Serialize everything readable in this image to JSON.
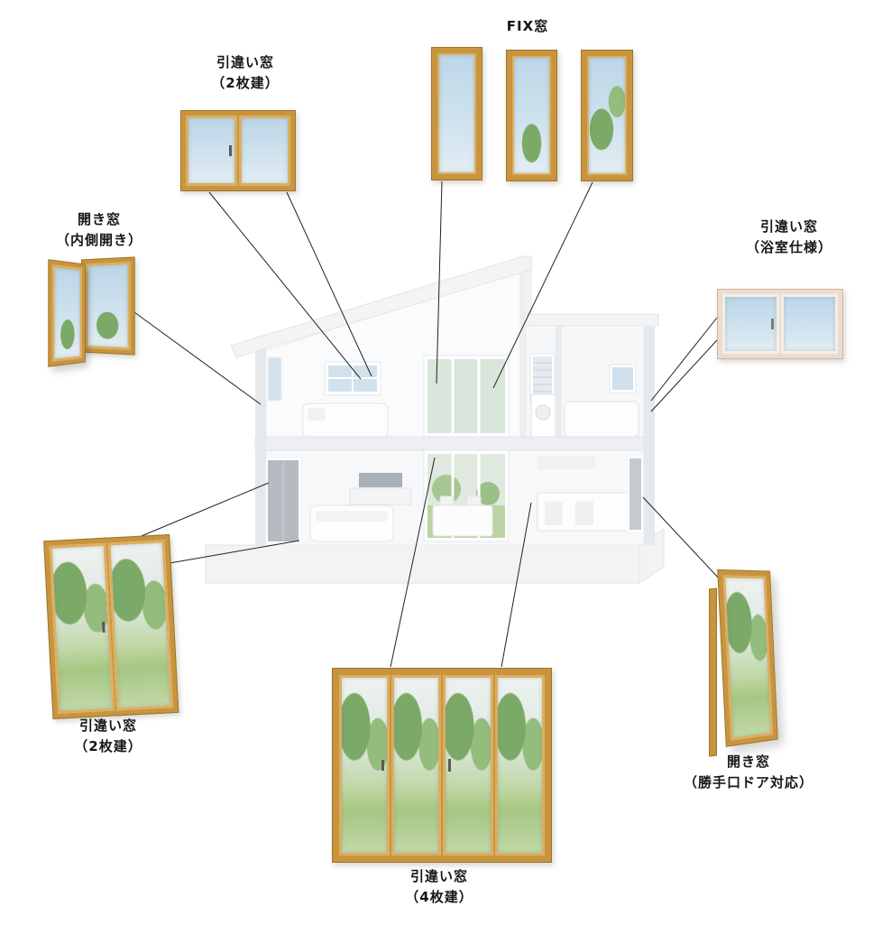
{
  "callouts": {
    "fix": {
      "line1": "FIX窓"
    },
    "sliding_2panel_top": {
      "line1": "引違い窓",
      "line2": "（2枚建）"
    },
    "casement_inward": {
      "line1": "開き窓",
      "line2": "（内側開き）"
    },
    "sliding_bathroom": {
      "line1": "引違い窓",
      "line2": "（浴室仕様）"
    },
    "sliding_2panel_left": {
      "line1": "引違い窓",
      "line2": "（2枚建）"
    },
    "casement_backdoor": {
      "line1": "開き窓",
      "line2": "（勝手口ドア対応）"
    },
    "sliding_4panel": {
      "line1": "引違い窓",
      "line2": "（4枚建）"
    }
  },
  "colors": {
    "wood_frame": "#c8943e",
    "wood_light": "#dcae60",
    "wood_dark": "#9e752a",
    "bath_frame": "#ecdccf",
    "sky_top": "#bcd6e8",
    "sky_mid": "#cfe2ee",
    "sky_bot": "#e3ecf2",
    "foliage": "#7ba968",
    "foliage2": "#94bd7d",
    "lawn": "#a5c782",
    "lawn2": "#c2d8a8",
    "connector": "#222222"
  }
}
